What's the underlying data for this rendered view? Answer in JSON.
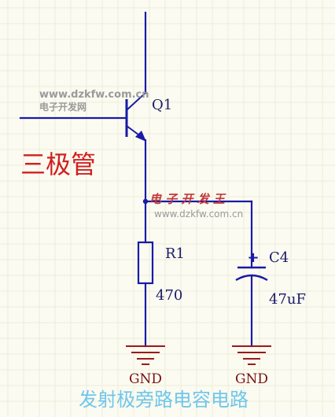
{
  "components": {
    "transistor": {
      "designator": "Q1"
    },
    "resistor": {
      "designator": "R1",
      "value": "470"
    },
    "capacitor": {
      "designator": "C4",
      "value": "47uF",
      "polarity": "+"
    }
  },
  "grounds": [
    {
      "label": "GND"
    },
    {
      "label": "GND"
    }
  ],
  "watermarks": {
    "top_url": "www.dzkfw.com.cn",
    "top_name": "电子开发网",
    "mid_name": "电 子 开 发 王",
    "mid_url": "www.dzkfw.com.cn"
  },
  "annotation": "三极管",
  "caption": "发射极旁路电容电路"
}
